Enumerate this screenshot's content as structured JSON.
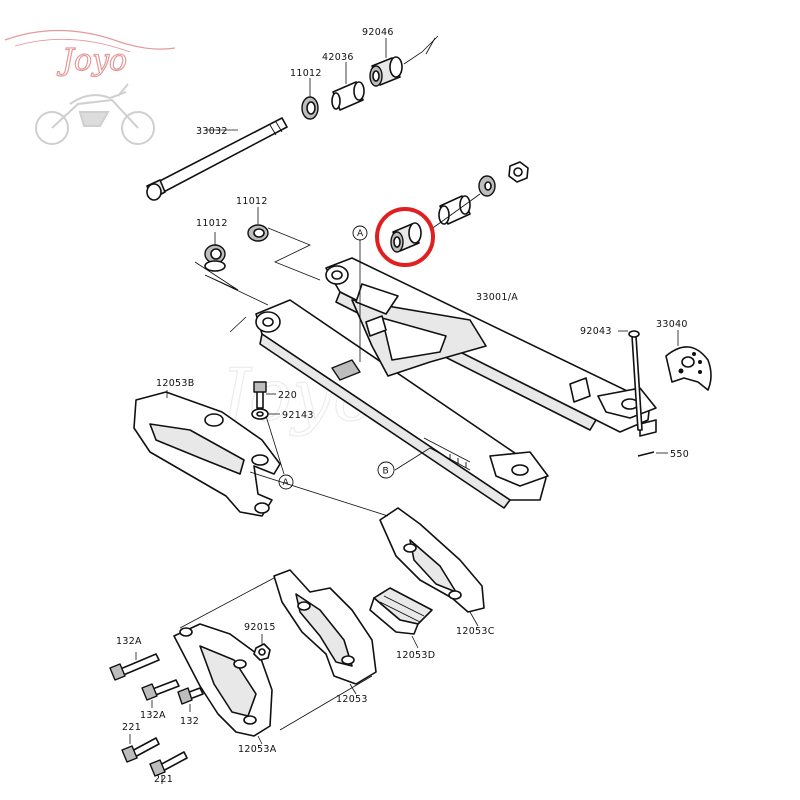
{
  "logo": {
    "text": "Joyo",
    "icon": "motorcycle-logo-icon",
    "color": "#e49a9a"
  },
  "watermark": {
    "text": "Joyo"
  },
  "highlight_color": "#e02020",
  "callouts": {
    "A": "A",
    "B": "B"
  },
  "part_labels": {
    "p92046": "92046",
    "p42036": "42036",
    "p11012_top": "11012",
    "p33032": "33032",
    "p11012_mid": "11012",
    "p11012_left": "11012",
    "p33001A": "33001/A",
    "p92043": "92043",
    "p33040": "33040",
    "p550": "550",
    "p12053B": "12053B",
    "p220": "220",
    "p92143": "92143",
    "p12053C": "12053C",
    "p12053D": "12053D",
    "p12053": "12053",
    "p132A_top": "132A",
    "p92015": "92015",
    "p132A_bottom": "132A",
    "p132": "132",
    "p221_top": "221",
    "p221_bottom": "221",
    "p12053A": "12053A"
  }
}
